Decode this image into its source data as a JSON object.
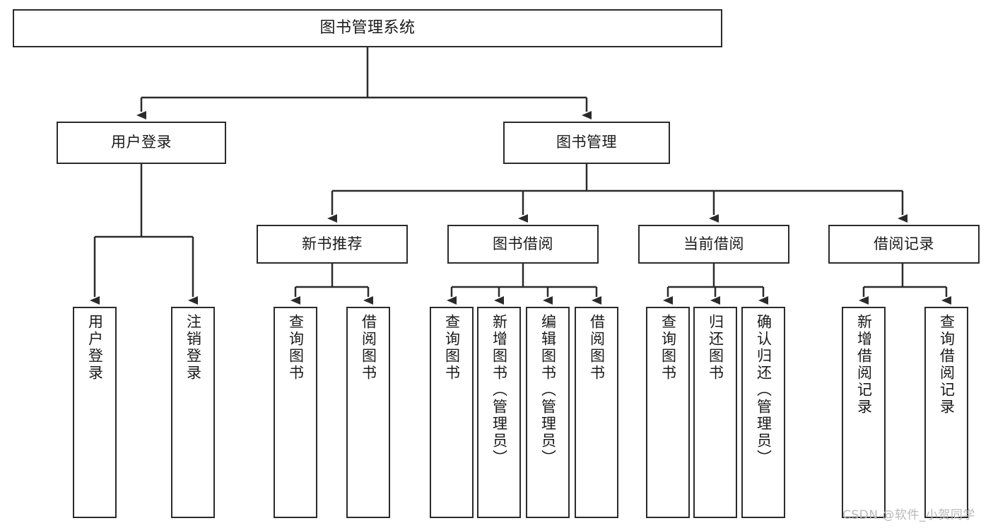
{
  "diagram": {
    "title": "图书管理系统",
    "type": "function-tree",
    "root": {
      "label": "图书管理系统"
    },
    "level2": [
      {
        "label": "用户登录"
      },
      {
        "label": "图书管理"
      }
    ],
    "level3": [
      {
        "label": "新书推荐"
      },
      {
        "label": "图书借阅"
      },
      {
        "label": "当前借阅"
      },
      {
        "label": "借阅记录"
      }
    ],
    "leaves": {
      "user_login": [
        {
          "label": "用户登录"
        },
        {
          "label": "注销登录"
        }
      ],
      "new_book_recommend": [
        {
          "label": "查询图书"
        },
        {
          "label": "借阅图书"
        }
      ],
      "book_borrow": [
        {
          "label": "查询图书"
        },
        {
          "label": "新增图书（管理员）"
        },
        {
          "label": "编辑图书（管理员）"
        },
        {
          "label": "借阅图书"
        }
      ],
      "current_borrow": [
        {
          "label": "查询图书"
        },
        {
          "label": "归还图书"
        },
        {
          "label": "确认归还（管理员）"
        }
      ],
      "borrow_record": [
        {
          "label": "新增借阅记录"
        },
        {
          "label": "查询借阅记录"
        }
      ]
    }
  },
  "watermark": {
    "text": "CSDN @软件_小贺同学"
  },
  "colors": {
    "stroke": "#2b2b2b",
    "fill": "#ffffff",
    "text": "#1a1a1a",
    "watermark": "#b9b9b9"
  }
}
